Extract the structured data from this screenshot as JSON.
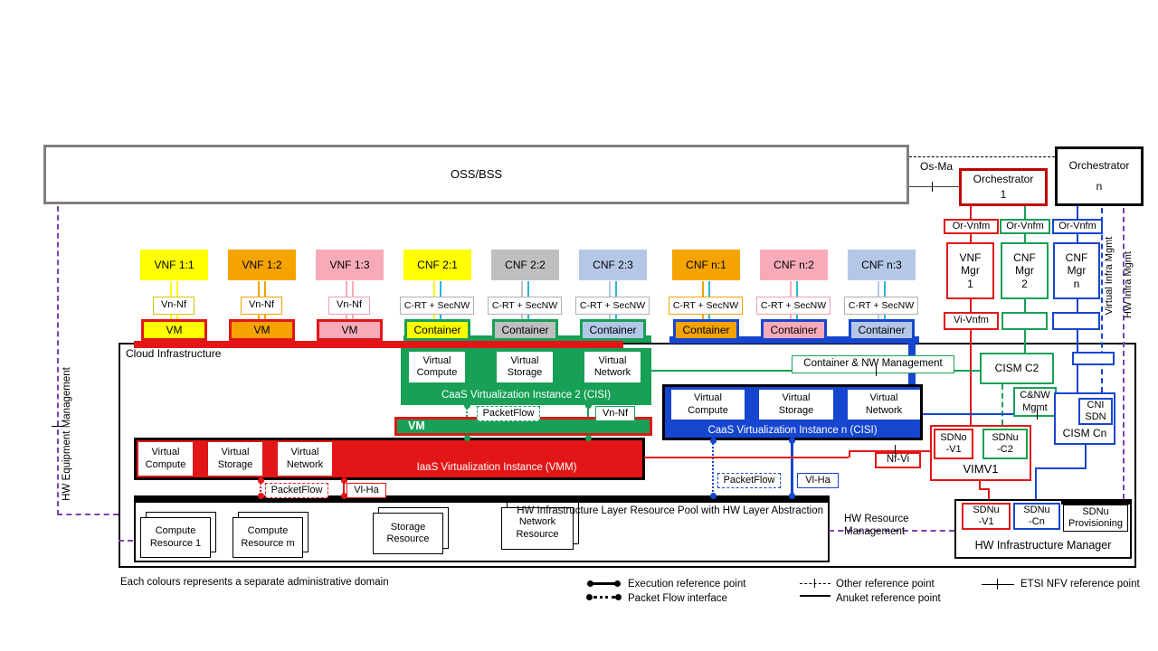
{
  "colors": {
    "red": "#e21617",
    "dark_red": "#c00000",
    "green": "#18a056",
    "blue": "#1646cf",
    "purple": "#8040b0",
    "yellow": "#ffff00",
    "orange": "#f5a300",
    "pink": "#f7abb9",
    "grey": "#bfbfbf",
    "light_blue": "#b4c7e7",
    "cyan": "#2cb5d6",
    "frame_grey": "#7f7f7f",
    "black": "#000000"
  },
  "oss": {
    "label": "OSS/BSS"
  },
  "top": {
    "os_ma": "Os-Ma",
    "orch1": "Orchestrator\n1",
    "orchn": "Orchestrator\nn"
  },
  "cloud_label": "Cloud Infrastructure",
  "nf_columns": [
    {
      "nf": "VNF 1:1",
      "ref": "Vn-Nf",
      "host": "VM"
    },
    {
      "nf": "VNF 1:2",
      "ref": "Vn-Nf",
      "host": "VM"
    },
    {
      "nf": "VNF 1:3",
      "ref": "Vn-Nf",
      "host": "VM"
    },
    {
      "nf": "CNF 2:1",
      "ref": "C-RT + SecNW",
      "host": "Container"
    },
    {
      "nf": "CNF 2:2",
      "ref": "C-RT + SecNW",
      "host": "Container"
    },
    {
      "nf": "CNF 2:3",
      "ref": "C-RT + SecNW",
      "host": "Container"
    },
    {
      "nf": "CNF n:1",
      "ref": "C-RT + SecNW",
      "host": "Container"
    },
    {
      "nf": "CNF n:2",
      "ref": "C-RT + SecNW",
      "host": "Container"
    },
    {
      "nf": "CNF n:3",
      "ref": "C-RT + SecNW",
      "host": "Container"
    }
  ],
  "virtual_boxes": [
    "Virtual\nCompute",
    "Virtual\nStorage",
    "Virtual\nNetwork"
  ],
  "instances": {
    "caas2": "CaaS Virtualization Instance 2 (CISI)",
    "caasn": "CaaS Virtualization Instance n (CISI)",
    "iaas": "IaaS Virtualization Instance (VMM)",
    "vm_bar": "VM"
  },
  "flow_labels": {
    "packetflow": "PacketFlow",
    "vn_nf": "Vn-Nf",
    "vl_ha": "Vl-Ha"
  },
  "pool": {
    "title": "HW Infrastructure Layer Resource Pool with HW Layer Abstraction",
    "resources": [
      "Compute\nResource 1",
      "Compute\nResource m",
      "Storage\nResource",
      "Network\nResource"
    ]
  },
  "mgmt": {
    "or_vnfm": "Or-Vnfm",
    "vi_vnfm": "Vi-Vnfm",
    "nf_vi": "Nf-Vi",
    "mgrs": [
      "VNF\nMgr\n1",
      "CNF\nMgr\n2",
      "CNF\nMgr\nn"
    ],
    "container_nw": "Container & NW Management",
    "cism_c2": "CISM C2",
    "cnw_mgmt": "C&NW\nMgmt",
    "cni_sdn": "CNI\nSDN",
    "cism_cn": "CISM Cn",
    "vim": "VIMV1",
    "sdno_v1": "SDNo\n-V1",
    "sdnu_c2": "SDNu\n-C2",
    "sdnu_v1": "SDNu\n-V1",
    "sdnu_cn": "SDNu\n-Cn",
    "sdnu_prov": "SDNu\nProvisioning",
    "hw_mgr": "HW Infrastructure Manager",
    "hw_resource": "HW Resource\nManagement"
  },
  "side_texts": {
    "hw_equipment": "HW Equipment Management",
    "virtual_infra": "Virtual Infra Mgmt",
    "hw_infra": "HW Infra Mgmt"
  },
  "footnote": "Each colours represents a separate administrative domain",
  "legend": [
    {
      "name": "execution-reference-point",
      "label": "Execution reference point"
    },
    {
      "name": "packet-flow-interface",
      "label": "Packet Flow interface"
    },
    {
      "name": "other-reference-point",
      "label": "Other reference point"
    },
    {
      "name": "anuket-reference-point",
      "label": "Anuket reference point"
    },
    {
      "name": "etsi-nfv-reference-point",
      "label": "ETSI NFV reference point"
    }
  ]
}
